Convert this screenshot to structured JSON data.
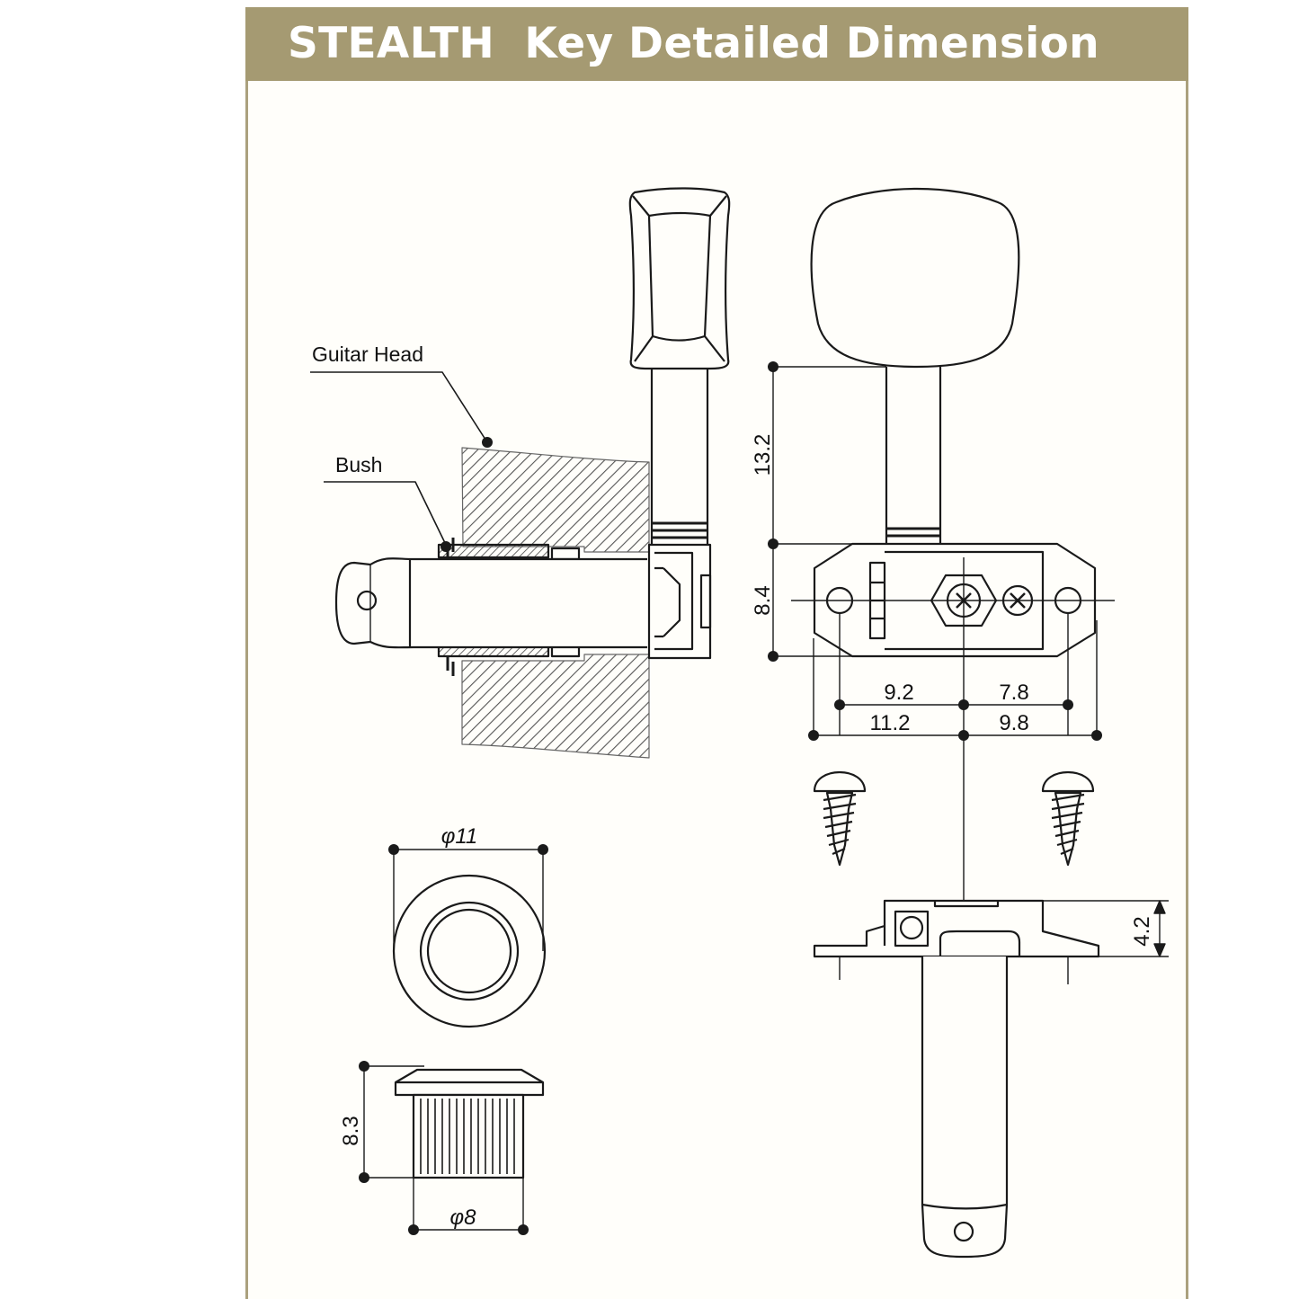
{
  "header": {
    "title": "STEALTH  Key Detailed Dimension"
  },
  "colors": {
    "header_bg": "#a59a72",
    "frame": "#aba17e",
    "line": "#1a1a1a"
  },
  "labels": {
    "guitar_head": "Guitar Head",
    "bush": "Bush"
  },
  "dimensions": {
    "shaft_length": "13.2",
    "housing_height": "8.4",
    "left_to_center_hole": "9.2",
    "center_to_right_hole": "7.8",
    "left_to_center_edge": "11.2",
    "center_to_right_edge": "9.8",
    "bush_diameter_outer": "φ11",
    "bush_height": "8.3",
    "bush_diameter_inner": "φ8",
    "plate_height": "4.2"
  }
}
